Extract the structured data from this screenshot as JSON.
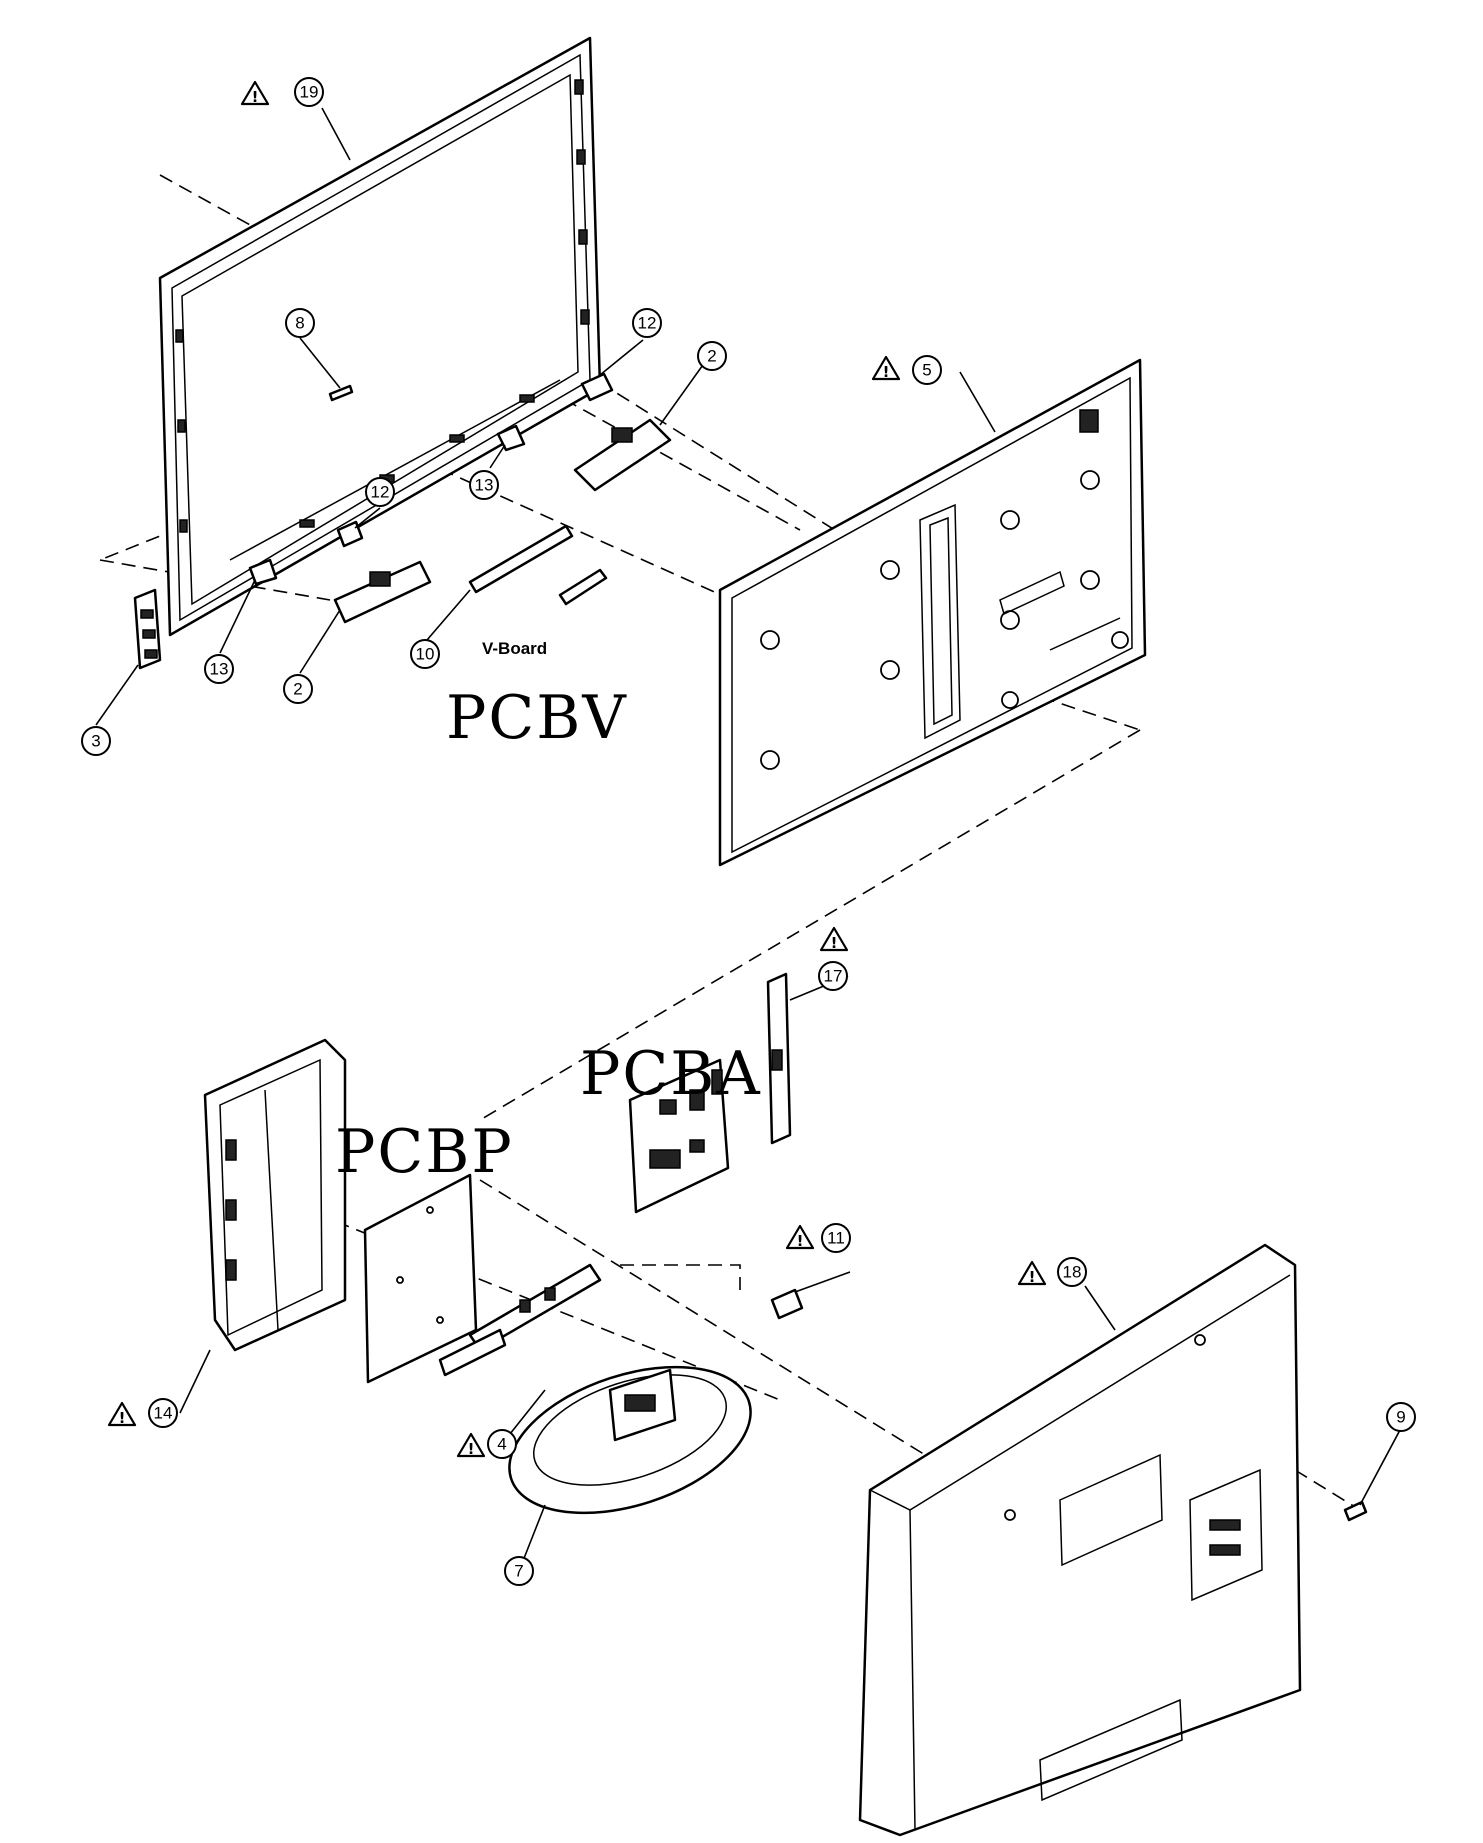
{
  "callouts": [
    {
      "id": "19",
      "num": "19",
      "warning": true
    },
    {
      "id": "8",
      "num": "8",
      "warning": false
    },
    {
      "id": "12a",
      "num": "12",
      "warning": false
    },
    {
      "id": "2a",
      "num": "2",
      "warning": false
    },
    {
      "id": "13a",
      "num": "13",
      "warning": false
    },
    {
      "id": "12b",
      "num": "12",
      "warning": false
    },
    {
      "id": "13b",
      "num": "13",
      "warning": false
    },
    {
      "id": "2b",
      "num": "2",
      "warning": false
    },
    {
      "id": "10",
      "num": "10",
      "warning": false
    },
    {
      "id": "3",
      "num": "3",
      "warning": false
    },
    {
      "id": "5",
      "num": "5",
      "warning": true
    },
    {
      "id": "17",
      "num": "17",
      "warning": true
    },
    {
      "id": "11",
      "num": "11",
      "warning": true
    },
    {
      "id": "18",
      "num": "18",
      "warning": true
    },
    {
      "id": "9",
      "num": "9",
      "warning": false
    },
    {
      "id": "14",
      "num": "14",
      "warning": true
    },
    {
      "id": "4",
      "num": "4",
      "warning": true
    },
    {
      "id": "7",
      "num": "7",
      "warning": false
    }
  ],
  "labels": {
    "v_board": "V-Board",
    "pcbv": "PCBV",
    "pcba": "PCBA",
    "pcbp": "PCBP"
  },
  "warning_symbol": "!"
}
